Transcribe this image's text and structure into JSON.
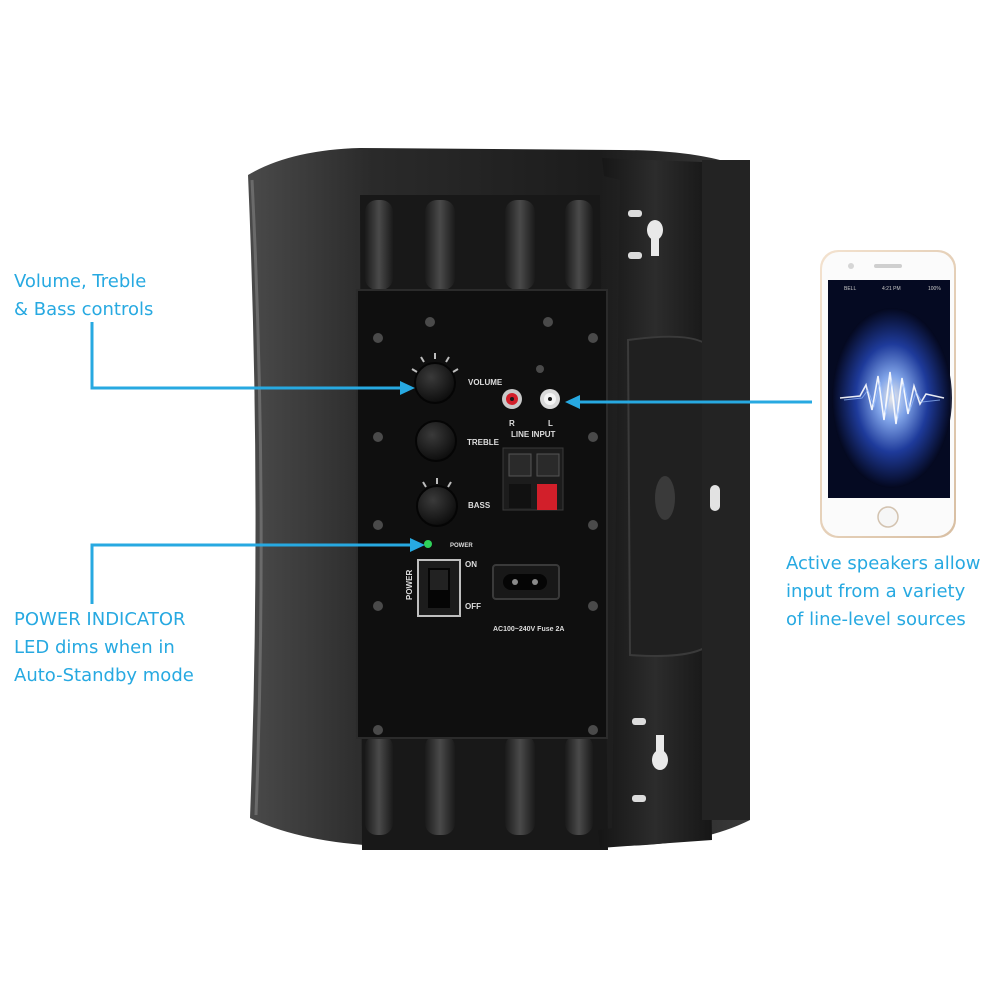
{
  "colors": {
    "accent": "#27a9e1",
    "speaker_body": "#1e1e1e",
    "panel": "#131313",
    "power_led": "#2fd15a"
  },
  "callouts": {
    "controls": {
      "line1": "Volume, Treble",
      "line2": "& Bass controls"
    },
    "power": {
      "line1": "POWER INDICATOR",
      "line2": "LED dims when in",
      "line3": "Auto-Standby mode"
    },
    "phone": {
      "line1": "Active speakers allow",
      "line2": "input from a variety",
      "line3": "of line-level sources"
    }
  },
  "panel": {
    "volume": "VOLUME",
    "treble": "TREBLE",
    "bass": "BASS",
    "power_led_label": "POWER",
    "rca_right": "R",
    "rca_left": "L",
    "line_input": "LINE INPUT",
    "switch_label": "POWER",
    "switch_on": "ON",
    "switch_off": "OFF",
    "ac_rating": "AC100~240V Fuse 2A"
  },
  "phone": {
    "carrier": "BELL",
    "time": "4:21 PM",
    "battery": "100%"
  }
}
